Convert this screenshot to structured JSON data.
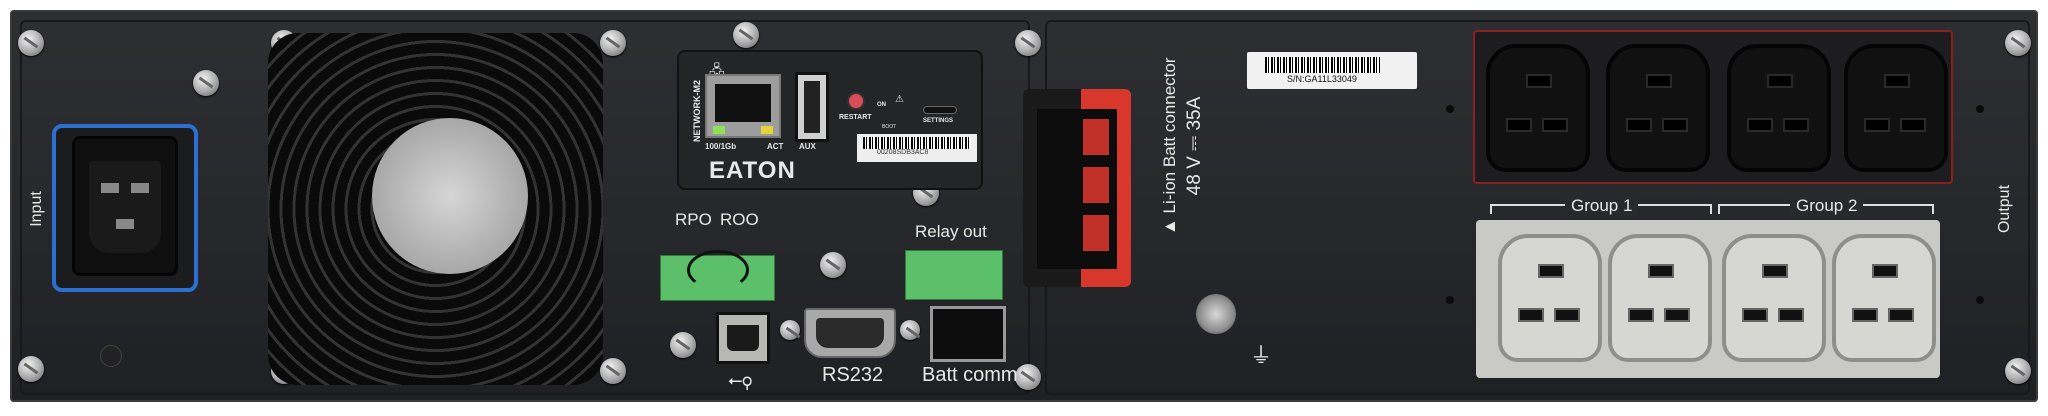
{
  "input_label": "Input",
  "output_label": "Output",
  "network_card": {
    "model": "NETWORK-M2",
    "ethernet_label": "100/1Gb",
    "act_label": "ACT",
    "aux_label": "AUX",
    "restart_label": "RESTART",
    "on_label": "ON",
    "boot_label": "BOOT",
    "settings_label": "SETTINGS",
    "brand_logo": "EATON",
    "barcode_text": "00208SDB3AC8"
  },
  "rpo_label": "RPO",
  "roo_label": "ROO",
  "relay_out_label": "Relay out",
  "rs232_label": "RS232",
  "batt_comm_label": "Batt comm",
  "usb_icon": "usb-icon",
  "battery_connector": {
    "label": "Li-ion Batt connector",
    "rating": "48 V ⎓ 35A",
    "color": "#d8372b"
  },
  "serial_label": "S/N:GA11L33049",
  "outlet_groups": [
    {
      "label": "Group 1"
    },
    {
      "label": "Group 2"
    }
  ],
  "colors": {
    "chassis": "#2a2b2e",
    "input_bracket": "#2d6fd0",
    "terminal_green": "#5cbf6a",
    "outlet_border_red": "#8a2020"
  }
}
